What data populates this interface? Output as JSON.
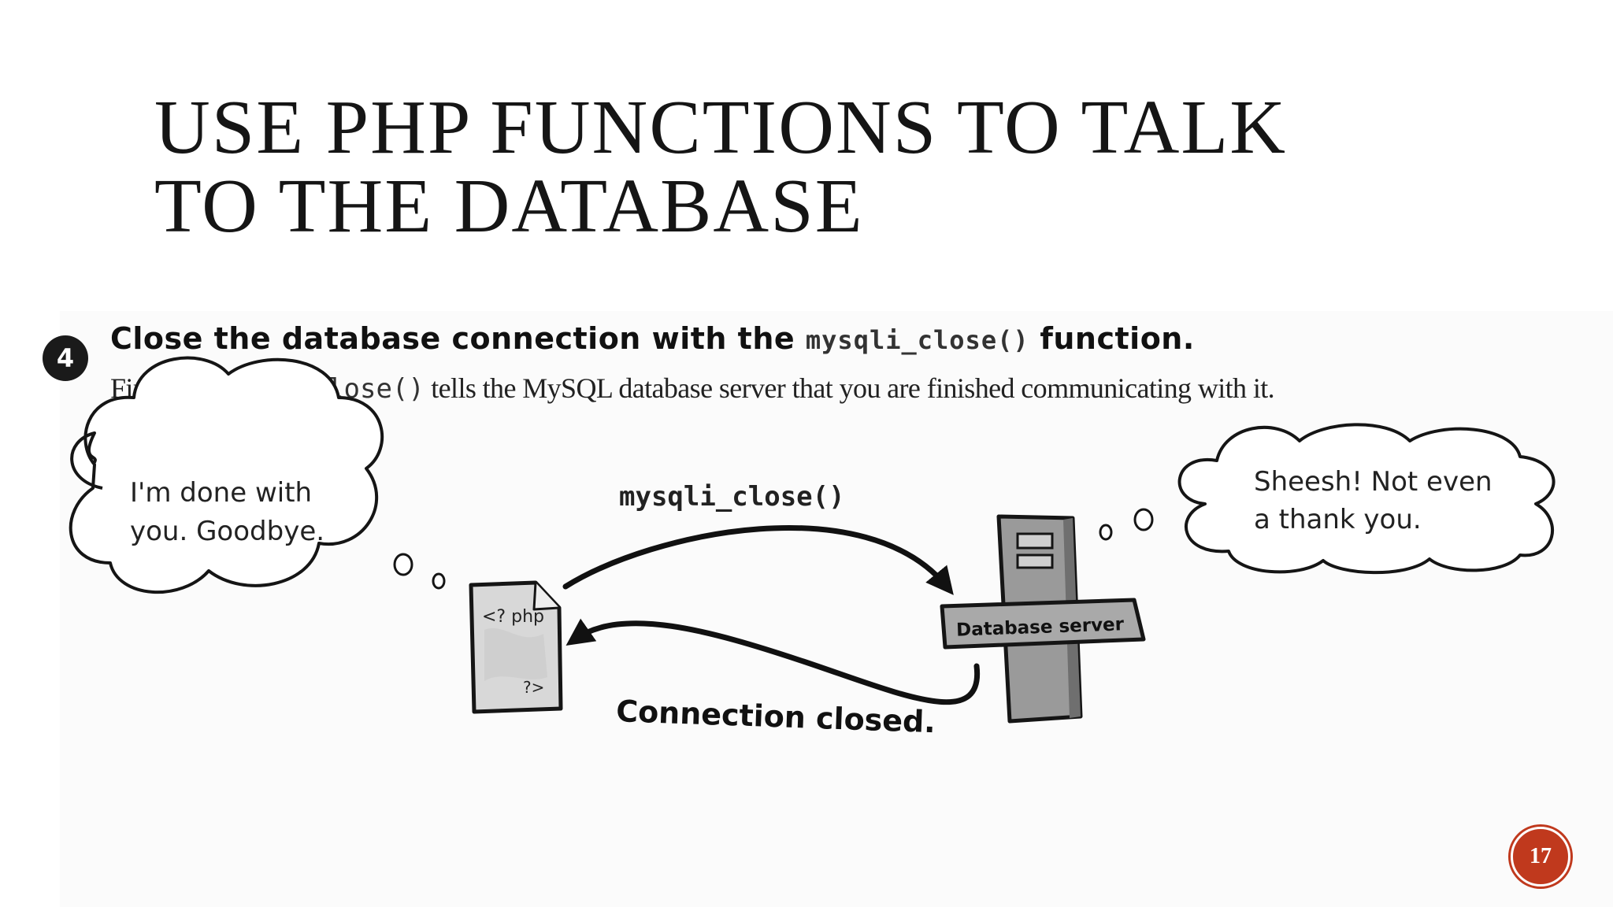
{
  "slide": {
    "title_line1": "Use PHP functions to talk",
    "title_line2": "to the database",
    "page_number": "17"
  },
  "step": {
    "number": "4",
    "heading_before": "Close the database connection with the ",
    "heading_code": "mysqli_close()",
    "heading_after": " function.",
    "desc_before": "Finally, ",
    "desc_code": "mysqli_close()",
    "desc_after": " tells the MySQL database server that you are finished communicating with it."
  },
  "diagram": {
    "client_bubble_line1": "I'm done with",
    "client_bubble_line2": "you. Goodbye.",
    "server_bubble_line1": "Sheesh! Not even",
    "server_bubble_line2": "a thank you.",
    "call_label": "mysqli_close()",
    "response_label": "Connection closed.",
    "php_open_tag": "<? php",
    "php_close_tag": "?>",
    "server_label": "Database server"
  },
  "colors": {
    "page_badge": "#c0391d",
    "ink": "#111111"
  }
}
